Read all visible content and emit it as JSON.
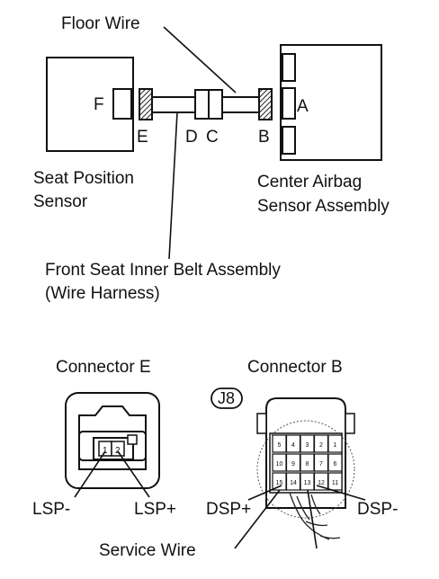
{
  "top_diagram": {
    "floor_wire": "Floor Wire",
    "seat_sensor": [
      "Seat Position",
      "Sensor"
    ],
    "center_airbag": [
      "Center Airbag",
      "Sensor Assembly"
    ],
    "harness": [
      "Front Seat Inner Belt Assembly",
      "(Wire Harness)"
    ],
    "connector_letters": {
      "f": "F",
      "e": "E",
      "d": "D",
      "c": "C",
      "b": "B",
      "a": "A"
    }
  },
  "connector_e": {
    "title": "Connector E",
    "pins": [
      "1",
      "2"
    ],
    "lsp_minus": "LSP-",
    "lsp_plus": "LSP+"
  },
  "connector_b": {
    "title": "Connector B",
    "tag": "J8",
    "pin_rows": [
      [
        "5",
        "4",
        "3",
        "2",
        "1"
      ],
      [
        "10",
        "9",
        "8",
        "7",
        "6"
      ],
      [
        "15",
        "14",
        "13",
        "12",
        "11"
      ]
    ],
    "dsp_plus": "DSP+",
    "dsp_minus": "DSP-"
  },
  "service_wire": "Service Wire"
}
